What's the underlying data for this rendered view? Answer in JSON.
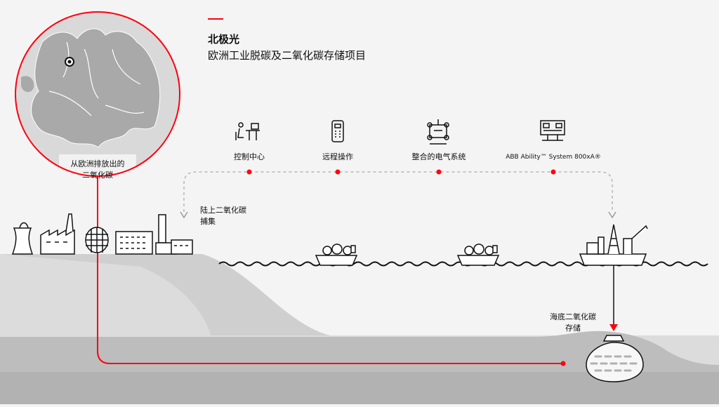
{
  "header": {
    "title": "北极光",
    "subtitle": "欧洲工业脱碳及二氧化碳存储项目"
  },
  "map": {
    "caption_line1": "从欧洲排放出的",
    "caption_line2": "二氧化碳"
  },
  "systems": [
    {
      "icon": "control-center-icon",
      "label": "控制中心"
    },
    {
      "icon": "remote-control-icon",
      "label": "远程操作"
    },
    {
      "icon": "electrical-system-icon",
      "label": "整合的电气系统"
    },
    {
      "icon": "dcs-system-icon",
      "label": "ABB Ability™ System 800xA®"
    }
  ],
  "onshore": {
    "line1": "陆上二氧化碳",
    "line2": "捕集"
  },
  "storage": {
    "line1": "海底二氧化碳",
    "line2": "存储"
  },
  "colors": {
    "accent": "#ff000f",
    "land": "#dcdcdc",
    "land_dark": "#c4c4c4",
    "sea_floor": "#b8b8b8",
    "background": "#f4f4f4",
    "ink": "#111111"
  }
}
